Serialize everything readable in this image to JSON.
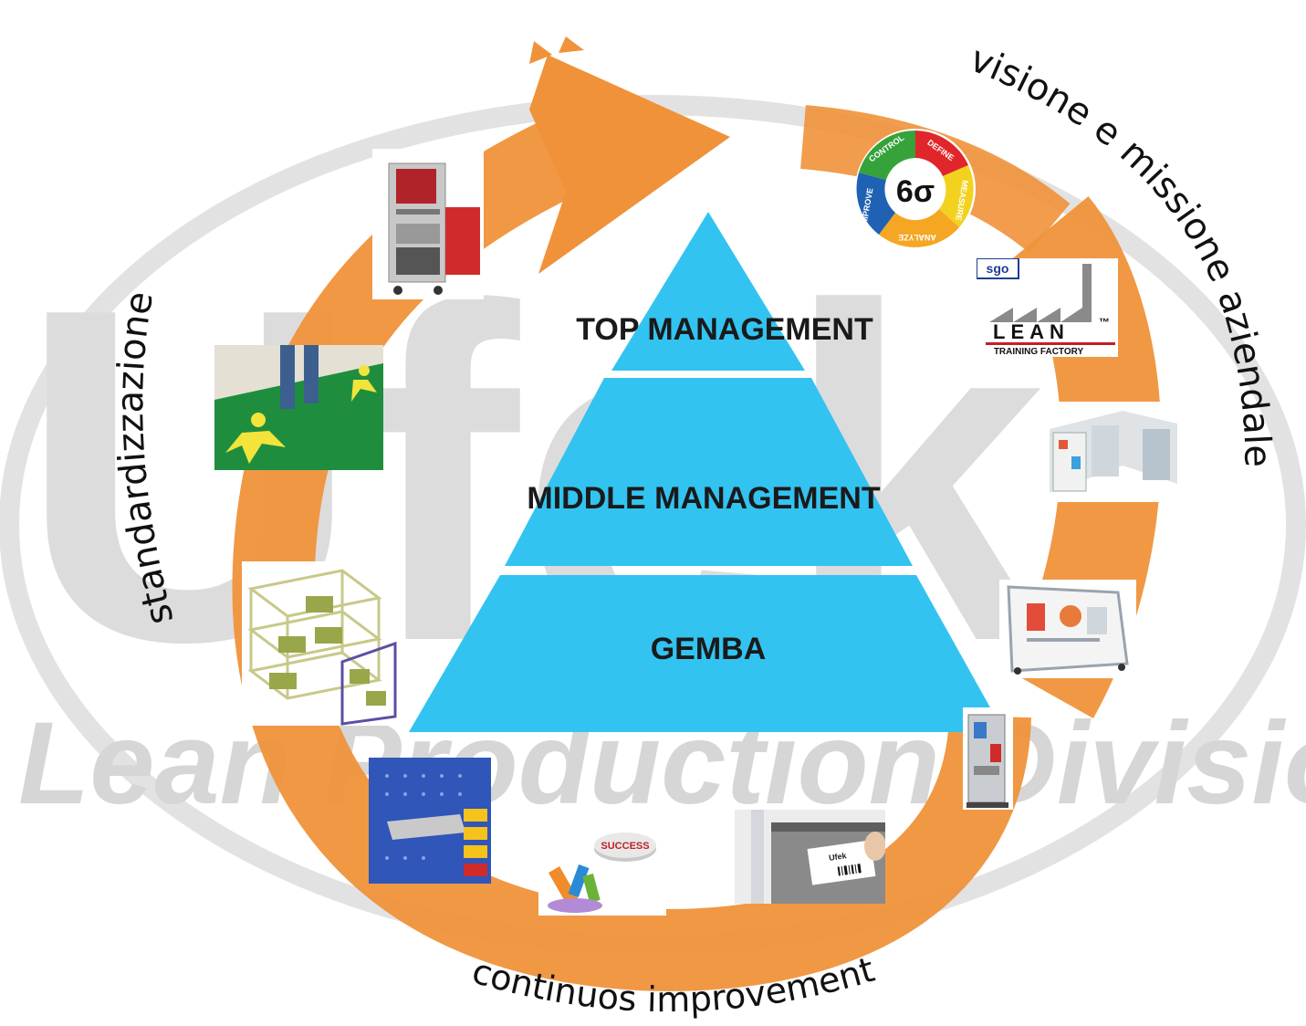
{
  "watermark": {
    "brand": "Ufek",
    "subtitle": "Lean Production Division"
  },
  "pyramid": {
    "levels": [
      {
        "label": "TOP MANAGEMENT"
      },
      {
        "label": "MIDDLE MANAGEMENT"
      },
      {
        "label": "GEMBA"
      }
    ],
    "color": "#33c3f0"
  },
  "curved_labels": {
    "left": "standardizzazione",
    "right": "visione e missione aziendale",
    "bottom": "continuos improvement"
  },
  "six_sigma": {
    "center": "6σ",
    "segments": [
      "DEFINE",
      "MEASURE",
      "ANALYZE",
      "IMPROVE",
      "CONTROL"
    ]
  },
  "lean_logo": {
    "small": "sgo",
    "word": "LEAN",
    "tm": "™",
    "caption": "TRAINING FACTORY"
  },
  "success_sign": "SUCCESS",
  "label_tag": "Ufek",
  "colors": {
    "arrow": "#f0923a",
    "pyramid": "#33c3f0",
    "watermark": "#d9d9d9"
  }
}
